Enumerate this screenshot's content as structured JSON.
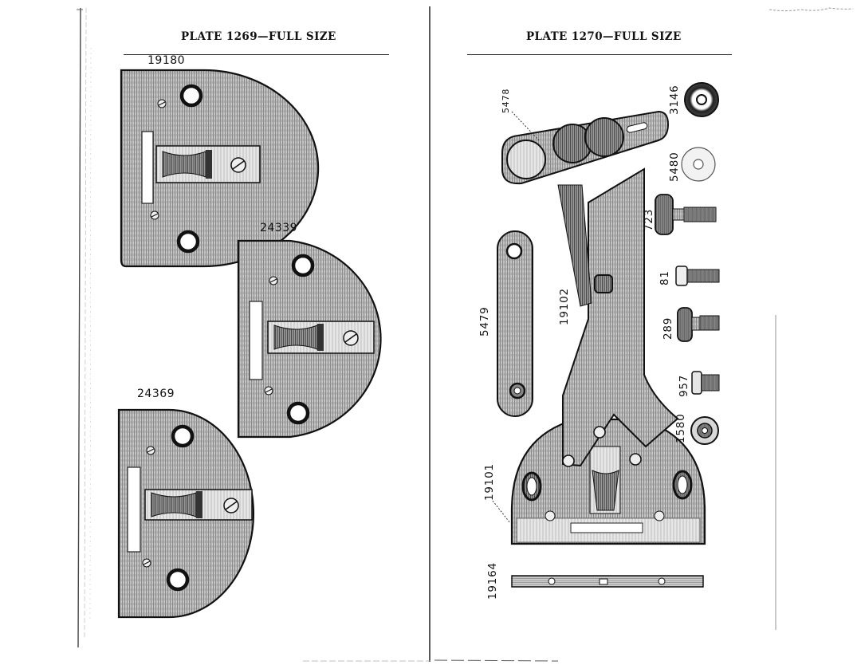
{
  "left_page": {
    "title": "PLATE 1269—FULL SIZE",
    "parts": {
      "p1": "19180",
      "p2": "24339",
      "p3": "24369"
    }
  },
  "right_page": {
    "title": "PLATE 1270—FULL SIZE",
    "parts": {
      "a": "5478",
      "b": "3146",
      "c": "5480",
      "d": "723",
      "e": "81",
      "f": "289",
      "g": "957",
      "h": "1580",
      "i": "5479",
      "j": "19102",
      "k": "19101",
      "l": "19164"
    }
  }
}
